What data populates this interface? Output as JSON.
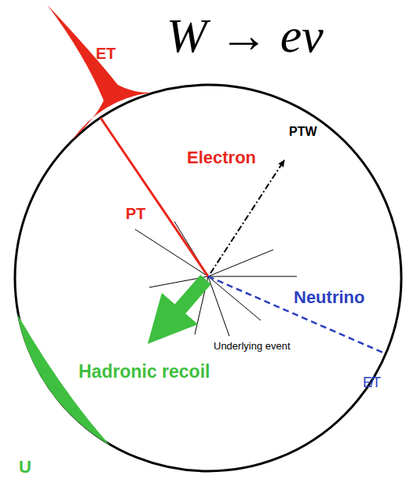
{
  "diagram": {
    "title": "W → eν",
    "labels": [
      "ET",
      "Electron",
      "PT",
      "PTW",
      "Neutrino",
      "Underlying event",
      "Hadronic recoil",
      "U",
      "E̸T"
    ]
  }
}
